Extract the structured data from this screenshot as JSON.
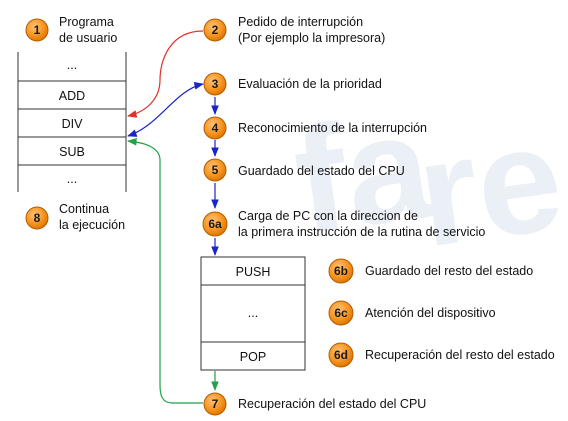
{
  "program": {
    "title_line1": "Programa",
    "title_line2": "de usuario",
    "cells": [
      "...",
      "ADD",
      "DIV",
      "SUB",
      "..."
    ]
  },
  "handler": {
    "cells": [
      "PUSH",
      "...",
      "POP"
    ]
  },
  "steps": {
    "s1": {
      "badge": "1"
    },
    "s2": {
      "badge": "2",
      "line1": "Pedido de interrupción",
      "line2": "(Por ejemplo la impresora)"
    },
    "s3": {
      "badge": "3",
      "line1": "Evaluación de la prioridad"
    },
    "s4": {
      "badge": "4",
      "line1": "Reconocimiento de la interrupción"
    },
    "s5": {
      "badge": "5",
      "line1": "Guardado del estado del CPU"
    },
    "s6a": {
      "badge": "6a",
      "line1": "Carga de PC con la direccion de",
      "line2": "la primera instrucción de la rutina de servicio"
    },
    "s6b": {
      "badge": "6b",
      "line1": "Guardado del resto del estado"
    },
    "s6c": {
      "badge": "6c",
      "line1": "Atención del dispositivo"
    },
    "s6d": {
      "badge": "6d",
      "line1": "Recuperación del resto del estado"
    },
    "s7": {
      "badge": "7",
      "line1": "Recuperación del estado del CPU"
    },
    "s8": {
      "badge": "8",
      "line1": "Continua",
      "line2": "la ejecución"
    }
  },
  "colors": {
    "badge_fill": "#f7941d",
    "badge_stroke": "#b35e00",
    "arrow_red": "#e0302a",
    "arrow_blue": "#1a24c8",
    "arrow_green": "#22a04a",
    "box_stroke": "#333333"
  }
}
